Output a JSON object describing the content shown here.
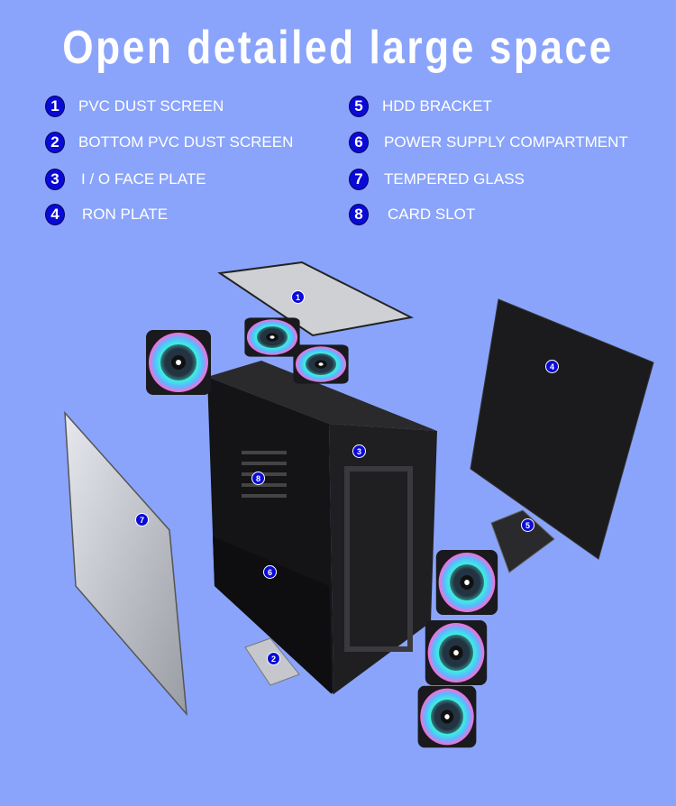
{
  "title": "Open detailed large space",
  "legend": [
    {
      "num": "1",
      "label": "PVC DUST SCREEN"
    },
    {
      "num": "2",
      "label": "BOTTOM PVC DUST SCREEN"
    },
    {
      "num": "3",
      "label": "I / O FACE PLATE"
    },
    {
      "num": "4",
      "label": "RON PLATE"
    },
    {
      "num": "5",
      "label": "HDD BRACKET"
    },
    {
      "num": "6",
      "label": "POWER SUPPLY COMPARTMENT"
    },
    {
      "num": "7",
      "label": "TEMPERED GLASS"
    },
    {
      "num": "8",
      "label": "CARD SLOT"
    }
  ],
  "colors": {
    "background": "#8aa4fb",
    "marker": "#0a0ad8"
  }
}
